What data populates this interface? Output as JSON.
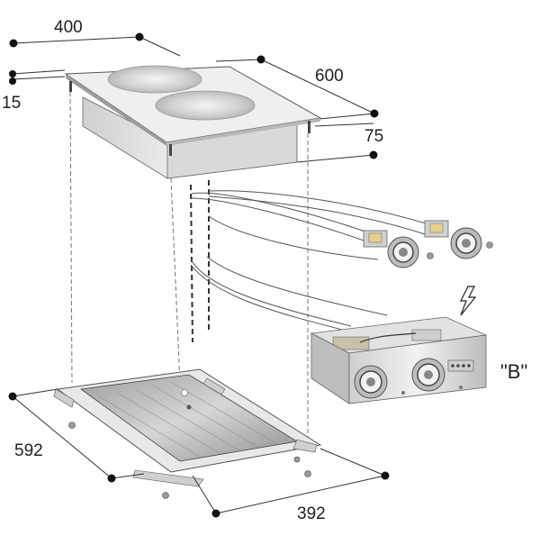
{
  "dimensions": {
    "top_width": "400",
    "depth": "600",
    "glass_thickness": "15",
    "body_height": "75",
    "cutout_depth": "592",
    "cutout_width": "392"
  },
  "labels": {
    "detail_b": "\"B\""
  },
  "colors": {
    "metal_light": "#e6e6e6",
    "metal_mid": "#c9c9c9",
    "metal_dark": "#9a9a9a",
    "hob_top": "#f0efed",
    "zone": "#d2d2d2",
    "tray": "#b5b5b5"
  },
  "icons": {
    "power_supply": "lightning-bolt-icon",
    "control_knob": "knob-icon"
  }
}
